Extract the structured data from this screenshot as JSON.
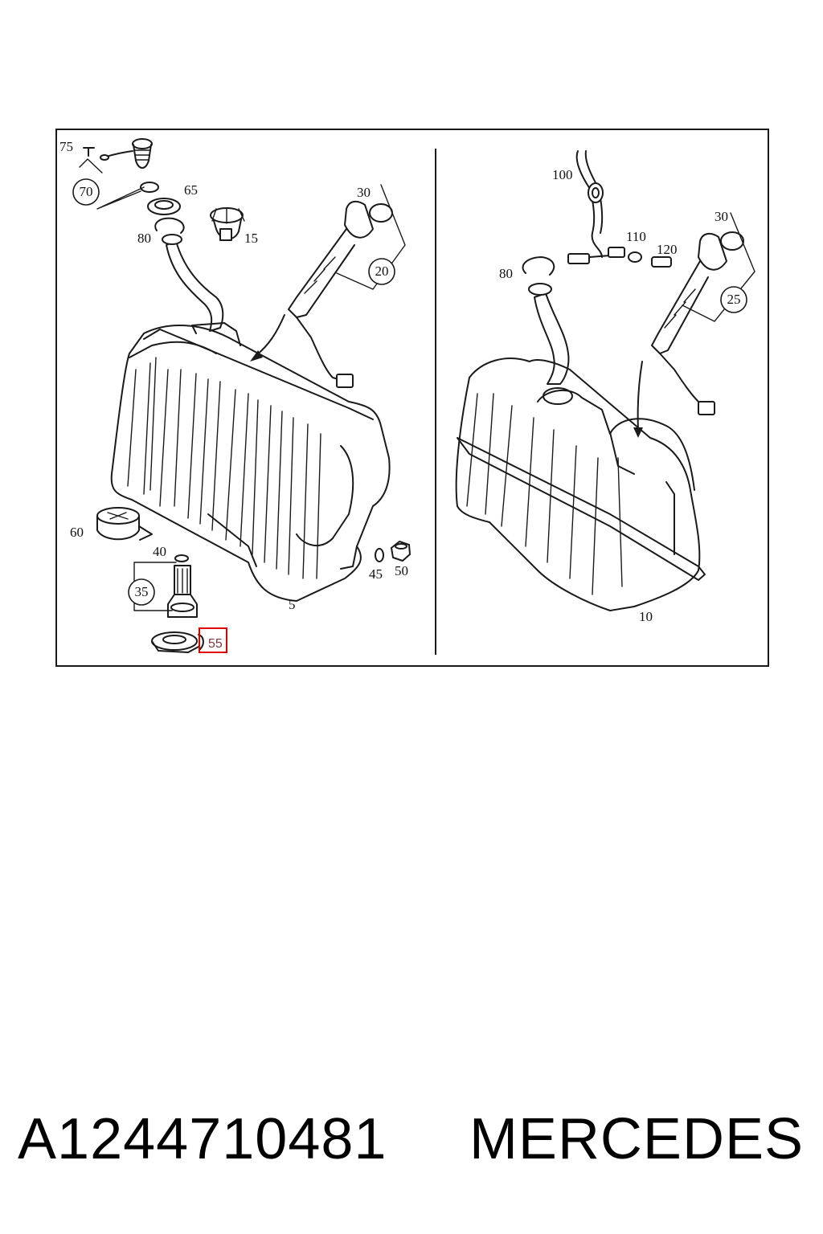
{
  "diagram": {
    "left_panel": {
      "labels": [
        "75",
        "65",
        "80",
        "15",
        "30",
        "60",
        "40",
        "45",
        "50",
        "5"
      ],
      "bubbles": [
        "70",
        "20",
        "35"
      ],
      "highlighted_label": "55"
    },
    "right_panel": {
      "labels": [
        "100",
        "110",
        "120",
        "30",
        "80",
        "10"
      ],
      "bubbles": [
        "25"
      ]
    },
    "highlight_color": "#e00000"
  },
  "caption": {
    "part_number": "A1244710481",
    "brand": "MERCEDES"
  }
}
